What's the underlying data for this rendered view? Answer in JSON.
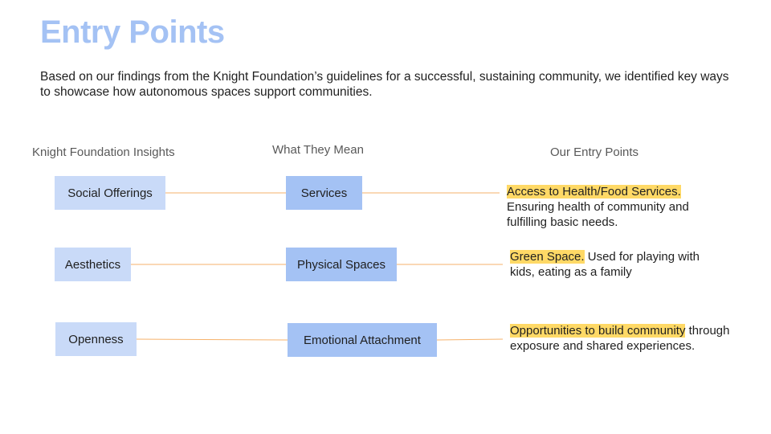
{
  "slide": {
    "title": "Entry Points",
    "intro": "Based on our findings from the Knight Foundation’s guidelines for a successful, sustaining community, we identified key ways to showcase how autonomous spaces support communities."
  },
  "columns": {
    "insights_header": "Knight Foundation Insights",
    "meaning_header": "What They Mean",
    "entry_header": "Our Entry Points"
  },
  "rows": [
    {
      "insight": "Social Offerings",
      "meaning": "Services",
      "entry_highlight": "Access to Health/Food Services.",
      "entry_rest": " Ensuring health of community and fulfilling basic needs."
    },
    {
      "insight": "Aesthetics",
      "meaning": "Physical Spaces",
      "entry_highlight": "Green Space.",
      "entry_rest": " Used for playing with kids, eating as a family"
    },
    {
      "insight": "Openness",
      "meaning": "Emotional Attachment",
      "entry_highlight": "Opportunities to build community",
      "entry_rest": " through exposure and shared experiences."
    }
  ],
  "colors": {
    "title": "#a4c2f4",
    "insight_box": "#c9daf8",
    "meaning_box": "#a4c2f4",
    "connector": "#f6b26b",
    "highlight": "#ffd966"
  }
}
